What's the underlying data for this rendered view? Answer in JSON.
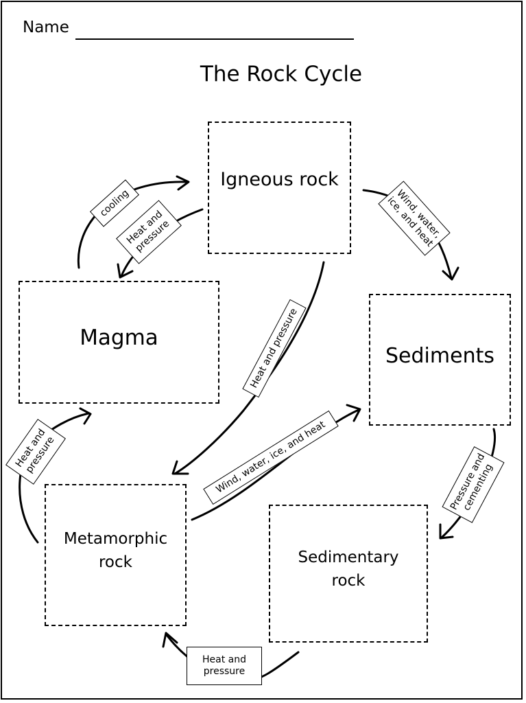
{
  "header": {
    "name_label": "Name",
    "title": "The Rock Cycle"
  },
  "boxes": {
    "igneous": "Igneous rock",
    "magma": "Magma",
    "sediments": "Sediments",
    "metamorphic_line1": "Metamorphic",
    "metamorphic_line2": "rock",
    "sedimentary_line1": "Sedimentary",
    "sedimentary_line2": "rock"
  },
  "labels": {
    "cooling": "cooling",
    "heat_pressure_a_l1": "Heat and",
    "heat_pressure_a_l2": "pressure",
    "wind_water_l1": "Wind, water,",
    "wind_water_l2": "ice, and heat",
    "heat_pressure_long": "Heat and pressure",
    "wind_water_long": "Wind, water, ice, and heat",
    "heat_pressure_b_l1": "Heat and",
    "heat_pressure_b_l2": "pressure",
    "pressure_cementing_l1": "Pressure and",
    "pressure_cementing_l2": "cementing",
    "heat_pressure_c_l1": "Heat and",
    "heat_pressure_c_l2": "pressure"
  }
}
